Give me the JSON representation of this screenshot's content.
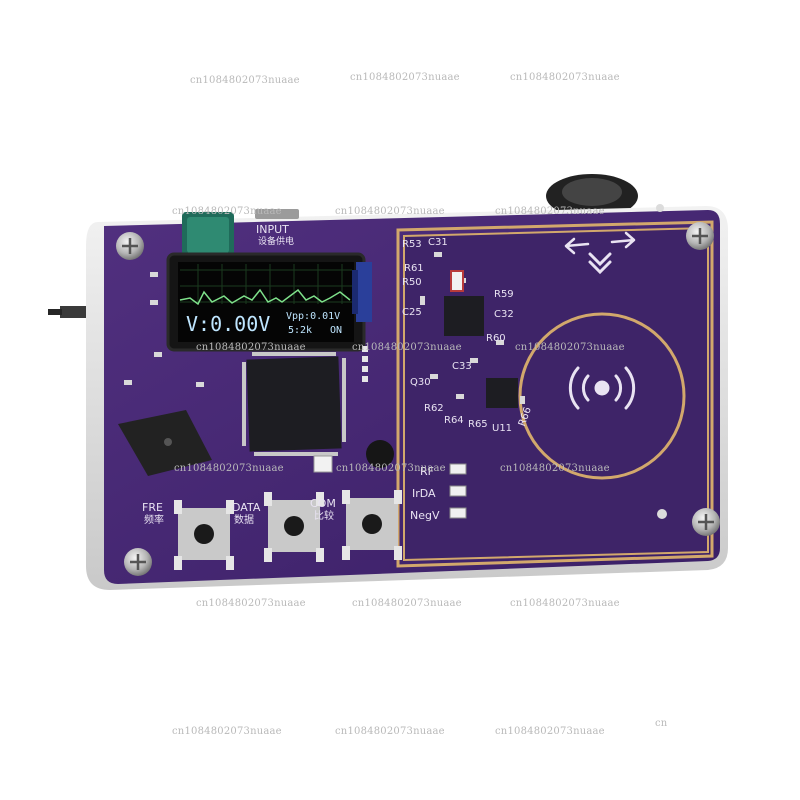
{
  "watermark": "cn1084802073nuaae",
  "watermark_fragment": "cn",
  "colors": {
    "pcb": "#4a2b78",
    "pcb_dark": "#33195a",
    "copper": "#d2a86c",
    "acrylic": "#dcdcdc",
    "oled_line": "#7ee08a",
    "oled_text": "#bfe6ff",
    "chip": "#1d1d22"
  },
  "oled": {
    "voltage": "V:0.00V",
    "vpp": "Vpp:0.01V",
    "rate": "5:2k",
    "status": "ON"
  },
  "silkscreen": {
    "input": "INPUT",
    "input_cn": "设备供电",
    "fre": "FRE",
    "fre_cn": "频率",
    "data": "DATA",
    "data_cn": "数据",
    "com": "COM",
    "com_cn": "比较",
    "rf": "RF",
    "irda": "IrDA",
    "negv": "NegV",
    "r53": "R53",
    "c31": "C31",
    "r59": "R59",
    "c32": "C32",
    "r62": "R62",
    "r64": "R64",
    "r65": "R65",
    "r66": "R66",
    "u11": "U11",
    "q30": "Q30",
    "c33": "C33",
    "r50": "R50",
    "r61": "R61",
    "r60": "R60",
    "c25": "C25"
  },
  "icons": [
    "nfc-signal-icon",
    "arrow-left-icon",
    "arrow-right-icon",
    "chevron-down-icon",
    "screw-icon"
  ]
}
